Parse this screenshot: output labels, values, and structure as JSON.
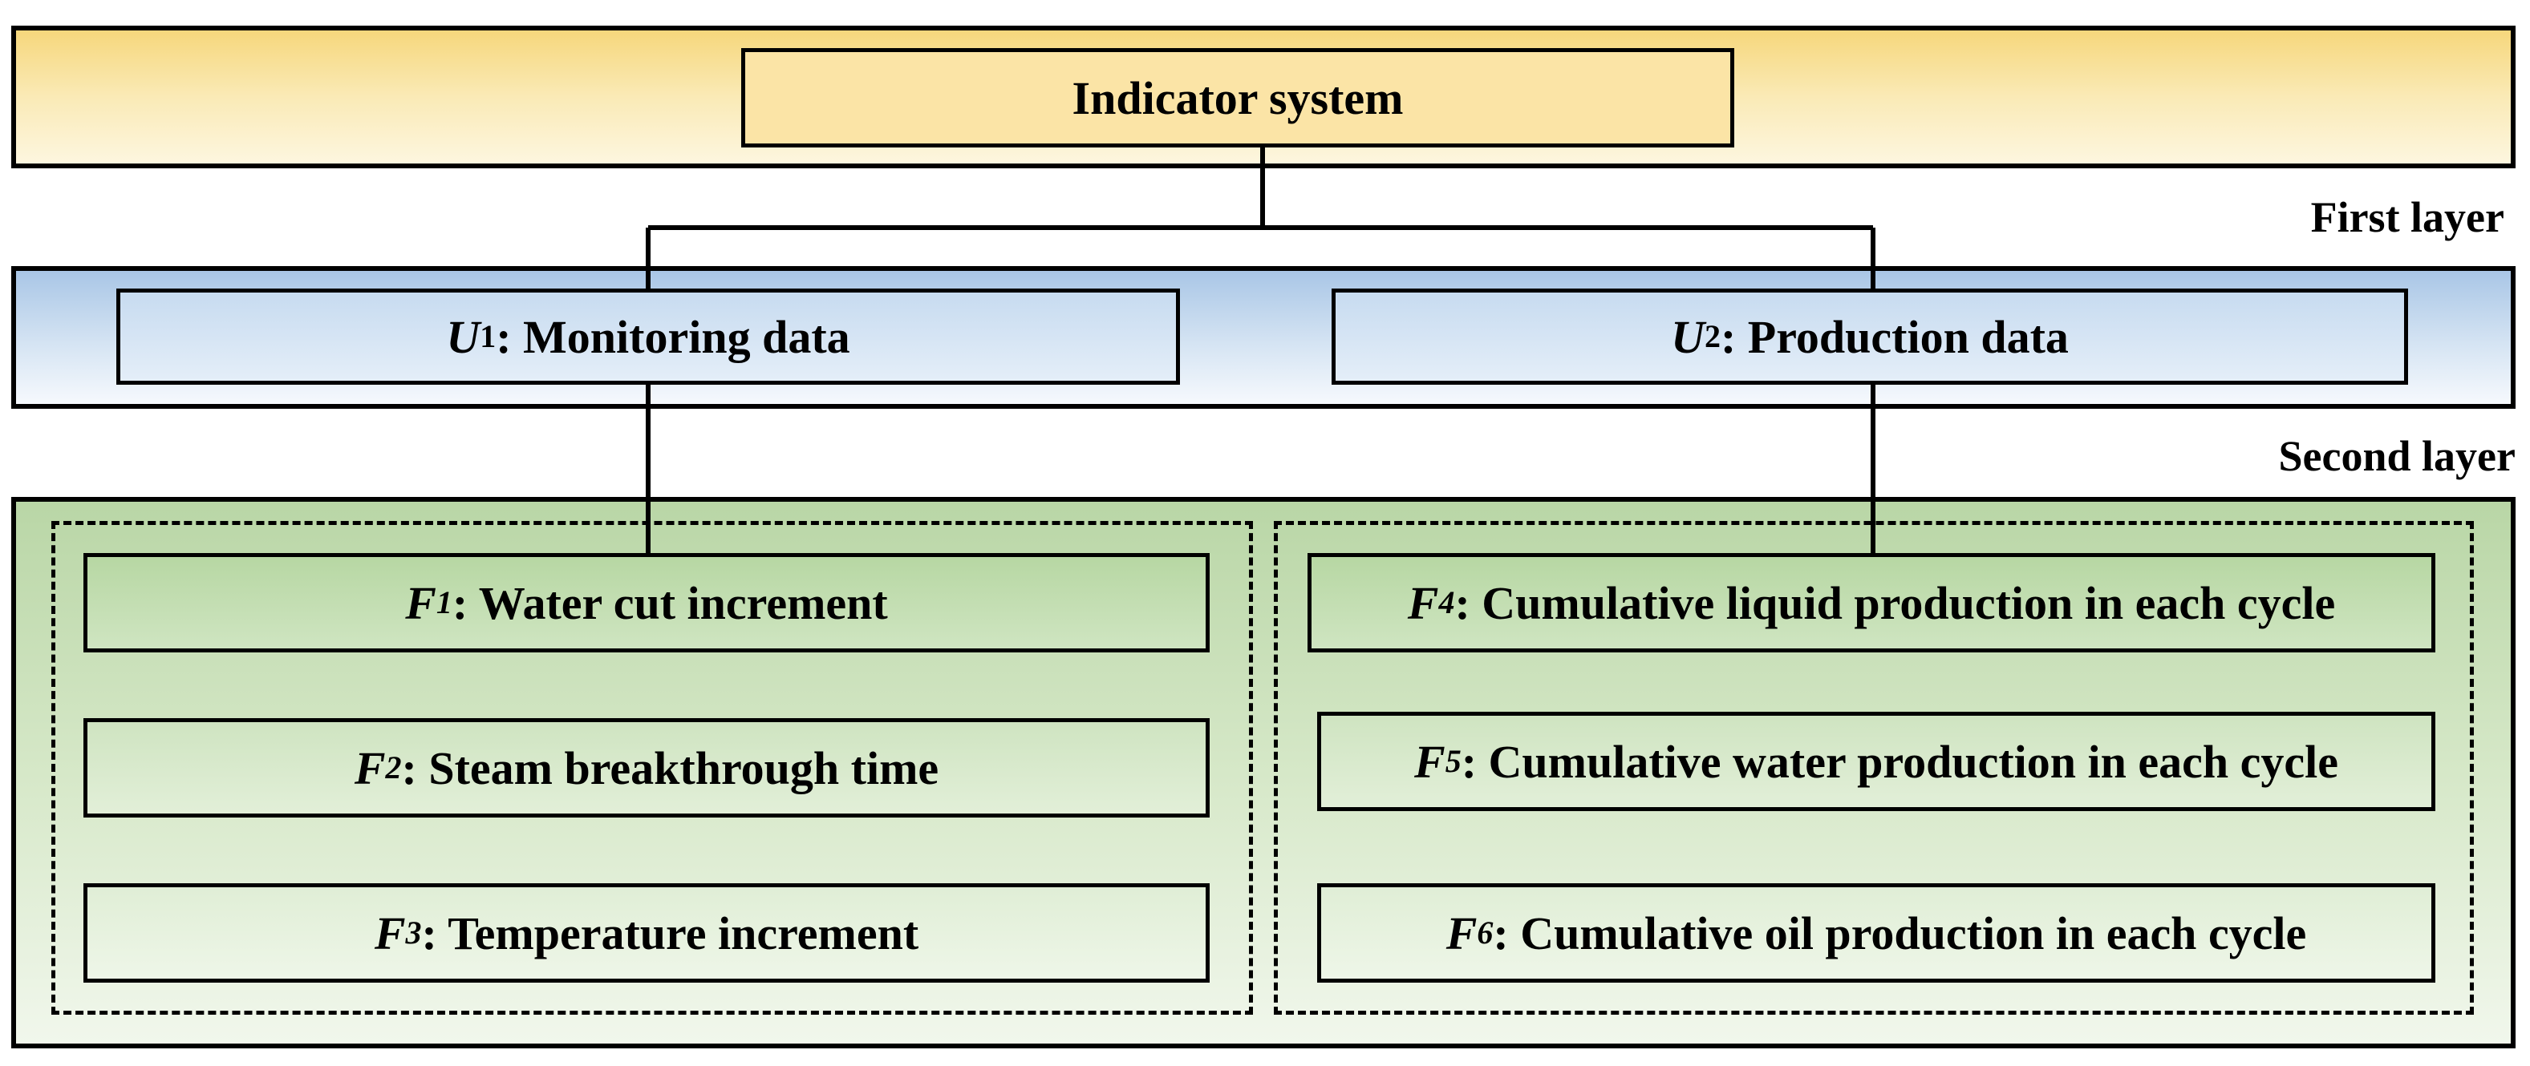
{
  "diagram": {
    "root": {
      "label": "Indicator system"
    },
    "layer_labels": {
      "first": "First layer",
      "second": "Second layer"
    },
    "u_nodes": [
      {
        "symbol": "U",
        "sub": "1",
        "text": ": Monitoring data"
      },
      {
        "symbol": "U",
        "sub": "2",
        "text": ": Production data"
      }
    ],
    "f_nodes": [
      {
        "symbol": "F",
        "sub": "1",
        "text": ": Water cut increment"
      },
      {
        "symbol": "F",
        "sub": "2",
        "text": ": Steam breakthrough time"
      },
      {
        "symbol": "F",
        "sub": "3",
        "text": ": Temperature increment"
      },
      {
        "symbol": "F",
        "sub": "4",
        "text": ": Cumulative liquid production in each cycle"
      },
      {
        "symbol": "F",
        "sub": "5",
        "text": ": Cumulative water production in each cycle"
      },
      {
        "symbol": "F",
        "sub": "6",
        "text": ": Cumulative oil production in each cycle"
      }
    ]
  }
}
